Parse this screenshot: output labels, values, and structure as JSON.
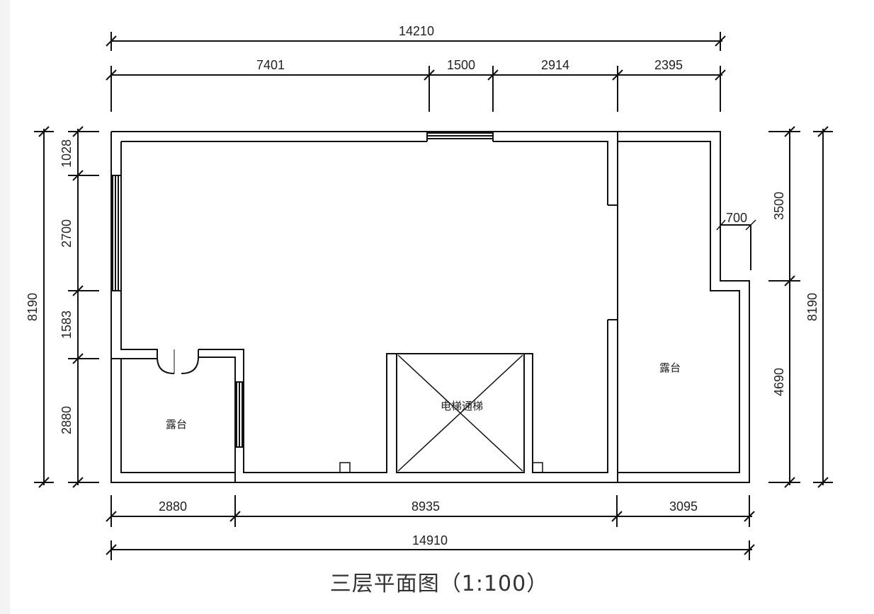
{
  "title": "三层平面图（1:100）",
  "dims": {
    "top_total": "14210",
    "top_1": "7401",
    "top_2": "1500",
    "top_3": "2914",
    "top_4": "2395",
    "bottom_1": "2880",
    "bottom_2": "8935",
    "bottom_3": "3095",
    "bottom_total": "14910",
    "left_total": "8190",
    "left_1": "1028",
    "left_2": "2700",
    "left_3": "1583",
    "left_4": "2880",
    "right_1": "3500",
    "right_2": "4690",
    "right_total": "8190",
    "step_700": "700"
  },
  "rooms": {
    "terrace_left": "露台",
    "terrace_right": "露台",
    "elevator": "电梯通梯"
  }
}
